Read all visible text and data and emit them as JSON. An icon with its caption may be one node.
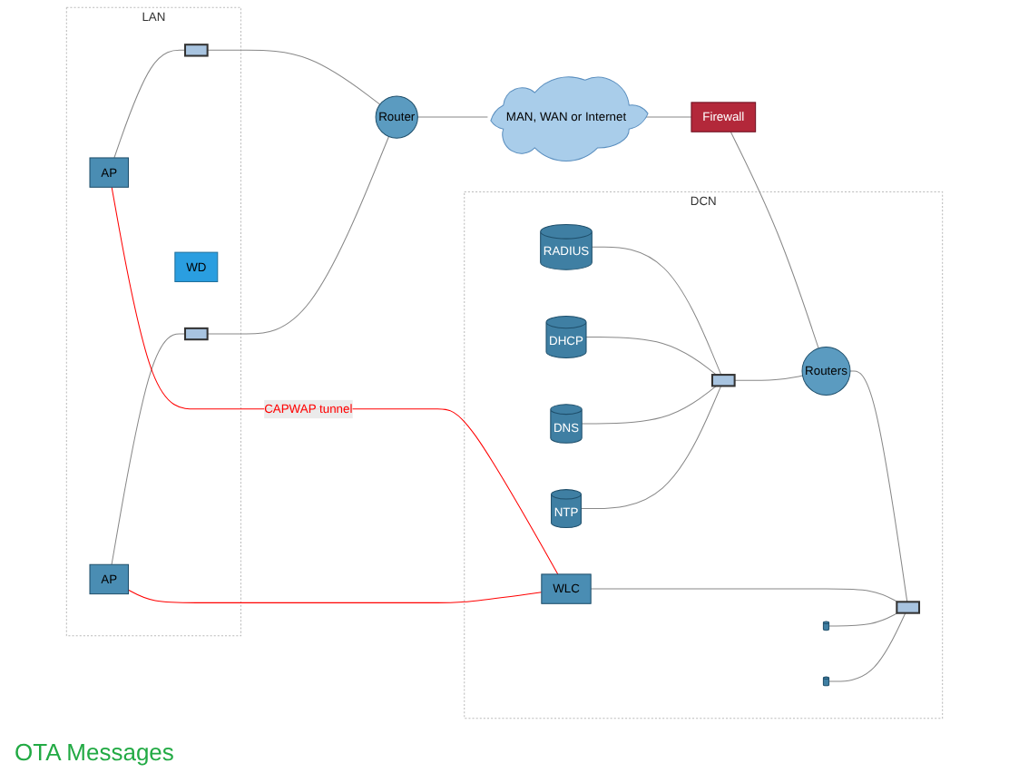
{
  "diagram": {
    "nodes": [
      {
        "text": [
          "LAN"
        ]
      },
      {
        "text": [
          "AP"
        ],
        "in": 0
      },
      {
        "text": [],
        "shape": "bar",
        "in": 0
      },
      {
        "text": [
          "WD"
        ],
        "in": 0
      },
      {
        "text": [
          "AP"
        ],
        "in": 0
      },
      {
        "text": [],
        "shape": "bar",
        "in": 0
      },
      {
        "text": [
          "Router"
        ]
      },
      {
        "text": [
          "MAN, WAN or Internet"
        ]
      },
      {
        "text": [
          "DCN"
        ]
      },
      {
        "text": [
          "WLC"
        ],
        "in": 8
      },
      {
        "text": [],
        "shape": "box",
        "in": 8
      },
      {
        "text": [],
        "shape": "box",
        "in": 8
      },
      {
        "text": [],
        "shape": "bar",
        "in": 8
      },
      {
        "text": [
          "RADIUS"
        ],
        "in": 8
      },
      {
        "text": [
          "DHCP"
        ],
        "in": 8
      },
      {
        "text": [
          "DNS"
        ],
        "in": 8
      },
      {
        "text": [
          "NTP"
        ],
        "in": 8
      },
      {
        "text": [],
        "shape": "bar",
        "in": 8
      },
      {
        "text": [
          "Routers"
        ],
        "in": 8
      },
      {
        "text": [
          "Firewall"
        ]
      }
    ],
    "edges": [
      {
        "from": 1,
        "to": 2,
        "arrow": "none"
      },
      {
        "from": 4,
        "to": 5,
        "arrow": "none"
      },
      {
        "from": 2,
        "to": 6,
        "arrow": "none"
      },
      {
        "from": 5,
        "to": 6,
        "arrow": "none"
      },
      {
        "from": 6,
        "to": 7,
        "arrow": "none"
      },
      {
        "from": 7,
        "to": 19,
        "arrow": "none"
      },
      {
        "from": 19,
        "to": 18,
        "arrow": "none"
      },
      {
        "from": 18,
        "to": 12,
        "arrow": "none"
      },
      {
        "from": 9,
        "to": 12,
        "arrow": "none"
      },
      {
        "from": 10,
        "to": 12,
        "arrow": "none"
      },
      {
        "from": 11,
        "to": 12,
        "arrow": "none"
      },
      {
        "from": 13,
        "to": 17,
        "arrow": "none"
      },
      {
        "from": 14,
        "to": 17,
        "arrow": "none"
      },
      {
        "from": 15,
        "to": 17,
        "arrow": "none"
      },
      {
        "from": 16,
        "to": 17,
        "arrow": "none"
      },
      {
        "from": 17,
        "to": 18,
        "arrow": "none"
      },
      {
        "from": 1,
        "to": 9,
        "arrow": "none",
        "label": "CAPWAP tunnel",
        "color": "#ff0000"
      },
      {
        "from": 4,
        "to": 9,
        "arrow": "none",
        "color": "#ff0000"
      }
    ],
    "labels": [
      "OTA Messages"
    ]
  }
}
